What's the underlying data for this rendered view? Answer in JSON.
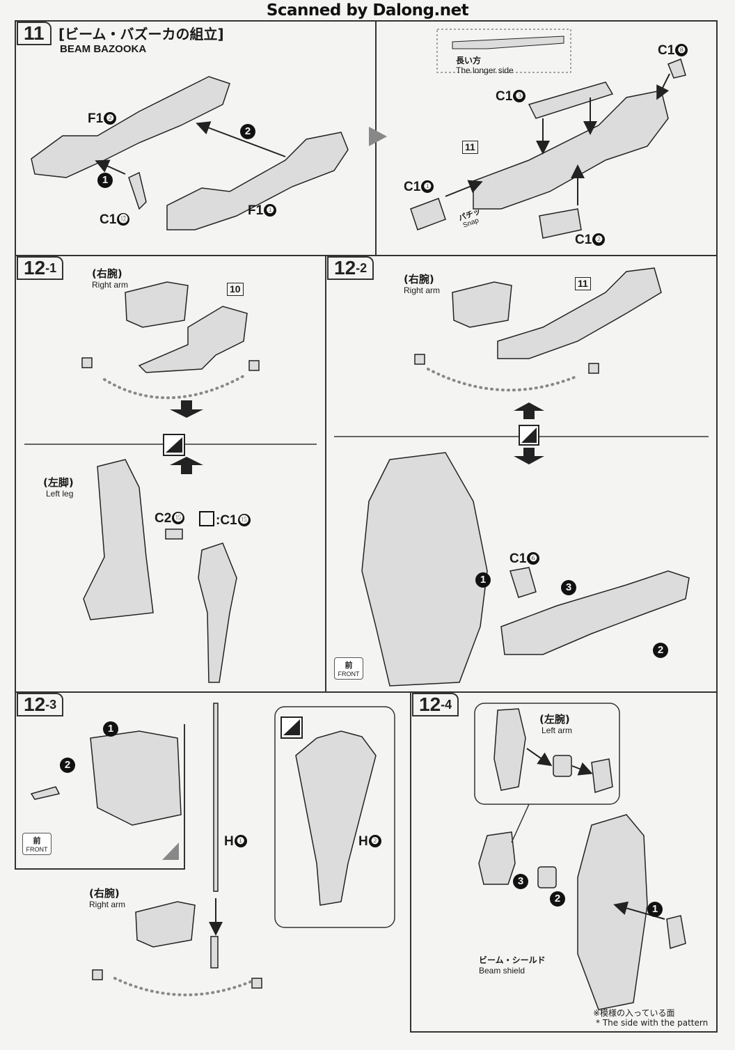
{
  "watermark": "Scanned by Dalong.net",
  "step11": {
    "number": "11",
    "title_jp": "[ビーム・バズーカの組立]",
    "title_en": "BEAM BAZOOKA",
    "labels": [
      "F1",
      "C1",
      "F1",
      "C1",
      "C1",
      "C1",
      "C1"
    ],
    "label_nums": [
      "❷",
      "⓬",
      "❶",
      "❽",
      "❸",
      "❶",
      "❷"
    ],
    "longer_side_jp": "長い方",
    "longer_side_en": "The longer side",
    "snap_jp": "パチッ",
    "snap_en": "Snap",
    "tag": "11"
  },
  "step12_1": {
    "number": "12",
    "sub": "-1",
    "right_arm_jp": "(右腕)",
    "right_arm_en": "Right arm",
    "tag": "10",
    "left_leg_jp": "(左脚)",
    "left_leg_en": "Left leg",
    "part_a": "C2",
    "part_a_num": "⓯",
    "part_b": ":C1",
    "part_b_num": "⓯"
  },
  "step12_2": {
    "number": "12",
    "sub": "-2",
    "right_arm_jp": "(右腕)",
    "right_arm_en": "Right arm",
    "tag": "11",
    "part": "C1",
    "part_num": "❻",
    "front_jp": "前",
    "front_en": "FRONT"
  },
  "step12_3": {
    "number": "12",
    "sub": "-3",
    "front_jp": "前",
    "front_en": "FRONT",
    "right_arm_jp": "(右腕)",
    "right_arm_en": "Right arm",
    "h1": "H",
    "h1_num": "❶",
    "h2": "H",
    "h2_num": "❷"
  },
  "step12_4": {
    "number": "12",
    "sub": "-4",
    "left_arm_jp": "(左腕)",
    "left_arm_en": "Left arm",
    "shield_jp": "ビーム・シールド",
    "shield_en": "Beam shield",
    "note_jp": "※模様の入っている面",
    "note_en": "* The side with the pattern"
  },
  "colors": {
    "line": "#333333",
    "ink": "#111111",
    "paper": "#f4f4f2",
    "part_fill": "#d9d9d9"
  }
}
